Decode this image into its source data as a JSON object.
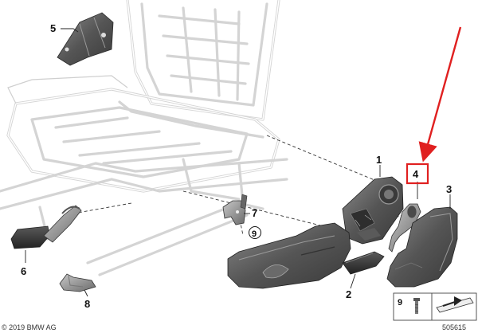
{
  "diagram": {
    "callouts": [
      {
        "id": "1",
        "label": "1"
      },
      {
        "id": "2",
        "label": "2"
      },
      {
        "id": "3",
        "label": "3"
      },
      {
        "id": "4",
        "label": "4",
        "highlighted": true
      },
      {
        "id": "5",
        "label": "5"
      },
      {
        "id": "6",
        "label": "6"
      },
      {
        "id": "7",
        "label": "7"
      },
      {
        "id": "8",
        "label": "8"
      },
      {
        "id": "9",
        "label": "9",
        "circled": true
      }
    ],
    "legend": {
      "item_label": "9"
    },
    "copyright": "© 2019 BMW AG",
    "diagram_number": "505615",
    "highlight_color": "#e02020",
    "part_color": "#4a4a4a"
  }
}
